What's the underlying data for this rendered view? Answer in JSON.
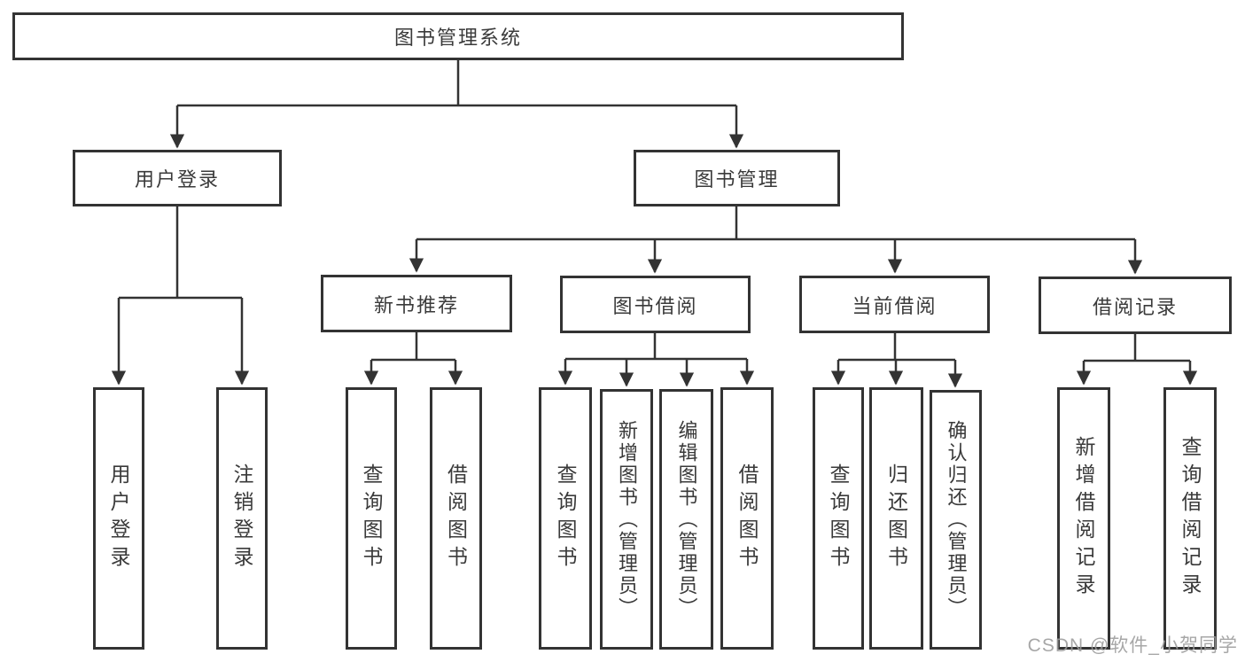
{
  "diagram": {
    "title": "图书管理系统",
    "root": {
      "label": "图书管理系统"
    },
    "level2": [
      {
        "id": "user-login",
        "label": "用户登录"
      },
      {
        "id": "book-management",
        "label": "图书管理"
      }
    ],
    "level3": [
      {
        "id": "new-book-recommend",
        "label": "新书推荐"
      },
      {
        "id": "book-borrow",
        "label": "图书借阅"
      },
      {
        "id": "current-borrow",
        "label": "当前借阅"
      },
      {
        "id": "borrow-records",
        "label": "借阅记录"
      }
    ],
    "leaves": {
      "user_login": [
        "用户登录",
        "注销登录"
      ],
      "new_book_recommend": [
        "查询图书",
        "借阅图书"
      ],
      "book_borrow": [
        "查询图书",
        "新增图书（管理员）",
        "编辑图书（管理员）",
        "借阅图书"
      ],
      "current_borrow": [
        "查询图书",
        "归还图书",
        "确认归还（管理员）"
      ],
      "borrow_records": [
        "新增借阅记录",
        "查询借阅记录"
      ]
    }
  },
  "watermark": {
    "text": "CSDN @软件_小贺同学"
  },
  "colors": {
    "line": "#333333",
    "box_border": "#333333",
    "box_bg": "#ffffff",
    "text": "#3a3a3a",
    "watermark": "#9b9b9b"
  }
}
